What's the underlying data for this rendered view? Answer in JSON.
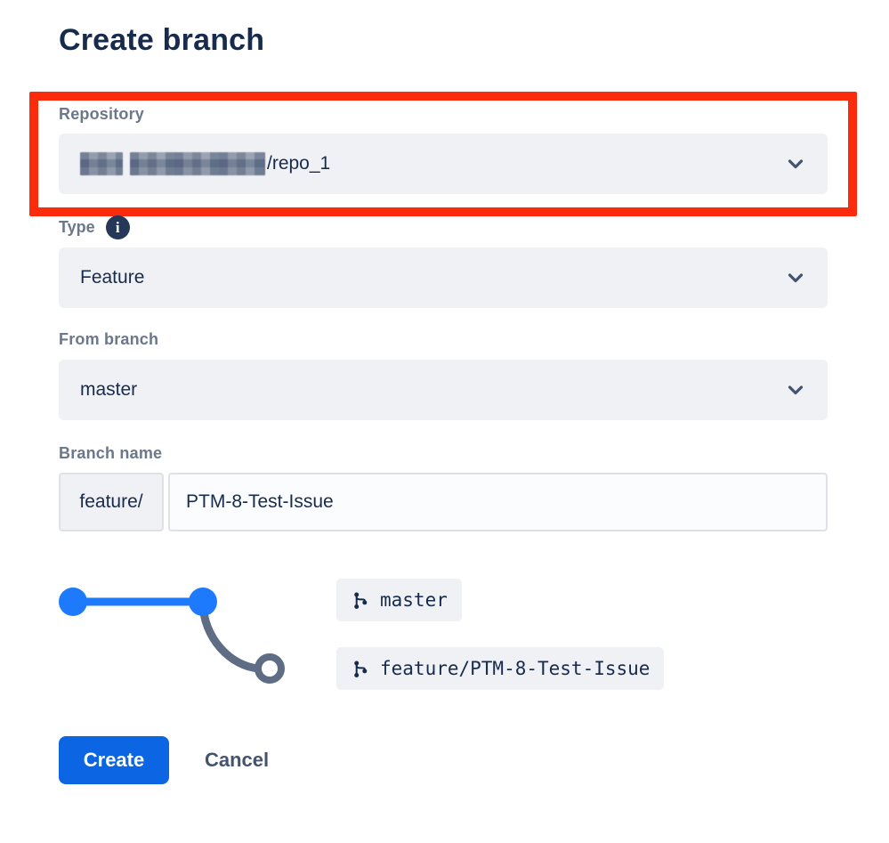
{
  "page": {
    "title": "Create branch"
  },
  "form": {
    "repository": {
      "label": "Repository",
      "value_visible": "/repo_1",
      "value_redacted": true
    },
    "type": {
      "label": "Type",
      "value": "Feature"
    },
    "from_branch": {
      "label": "From branch",
      "value": "master"
    },
    "branch_name": {
      "label": "Branch name",
      "prefix": "feature/",
      "value": "PTM-8-Test-Issue"
    }
  },
  "preview": {
    "branches": [
      {
        "name": "master"
      },
      {
        "name": "feature/PTM-8-Test-Issue"
      }
    ]
  },
  "actions": {
    "create": "Create",
    "cancel": "Cancel"
  },
  "icons": {
    "info": "i",
    "chevron_down": "chevron-down-icon",
    "git_branch": "git-branch-icon"
  },
  "colors": {
    "highlight_red": "#FB2B0B",
    "button_blue": "#0C66E4",
    "graph_blue": "#1D7AFC",
    "graph_gray": "#5E6C84",
    "text_dark": "#172B4D",
    "label_gray": "#6B778C",
    "field_bg": "#F0F1F4"
  }
}
